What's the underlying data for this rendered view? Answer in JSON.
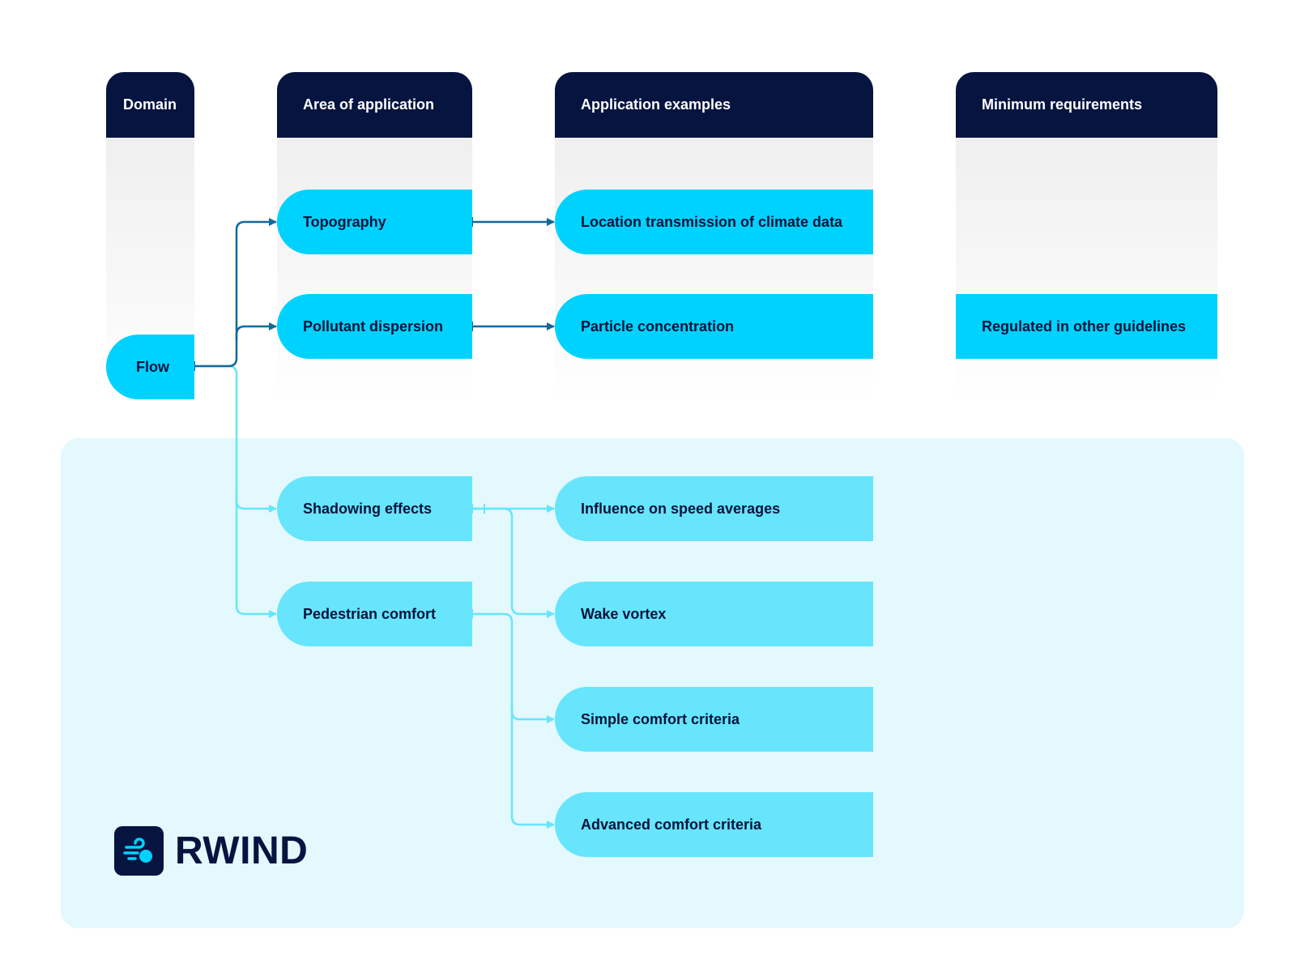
{
  "headers": {
    "domain": "Domain",
    "area": "Area of application",
    "examples": "Application examples",
    "requirements": "Minimum requirements"
  },
  "domain": {
    "label": "Flow"
  },
  "areas": [
    {
      "label": "Topography"
    },
    {
      "label": "Pollutant dispersion"
    },
    {
      "label": "Shadowing effects"
    },
    {
      "label": "Pedestrian comfort"
    }
  ],
  "examples": [
    {
      "label": "Location transmission of climate data"
    },
    {
      "label": "Particle concentration"
    },
    {
      "label": "Influence on speed averages"
    },
    {
      "label": "Wake vortex"
    },
    {
      "label": "Simple comfort criteria"
    },
    {
      "label": "Advanced comfort criteria"
    }
  ],
  "requirements": [
    {
      "label": "Regulated in other guidelines"
    }
  ],
  "logo": {
    "text": "RWIND",
    "icon": "wind-icon"
  },
  "colors": {
    "header": "#061440",
    "box_primary": "#00d2ff",
    "box_secondary": "#66e5fd",
    "connector_dark": "#14689a",
    "connector_light": "#66e5fd",
    "panel": "#e3f9fd"
  }
}
